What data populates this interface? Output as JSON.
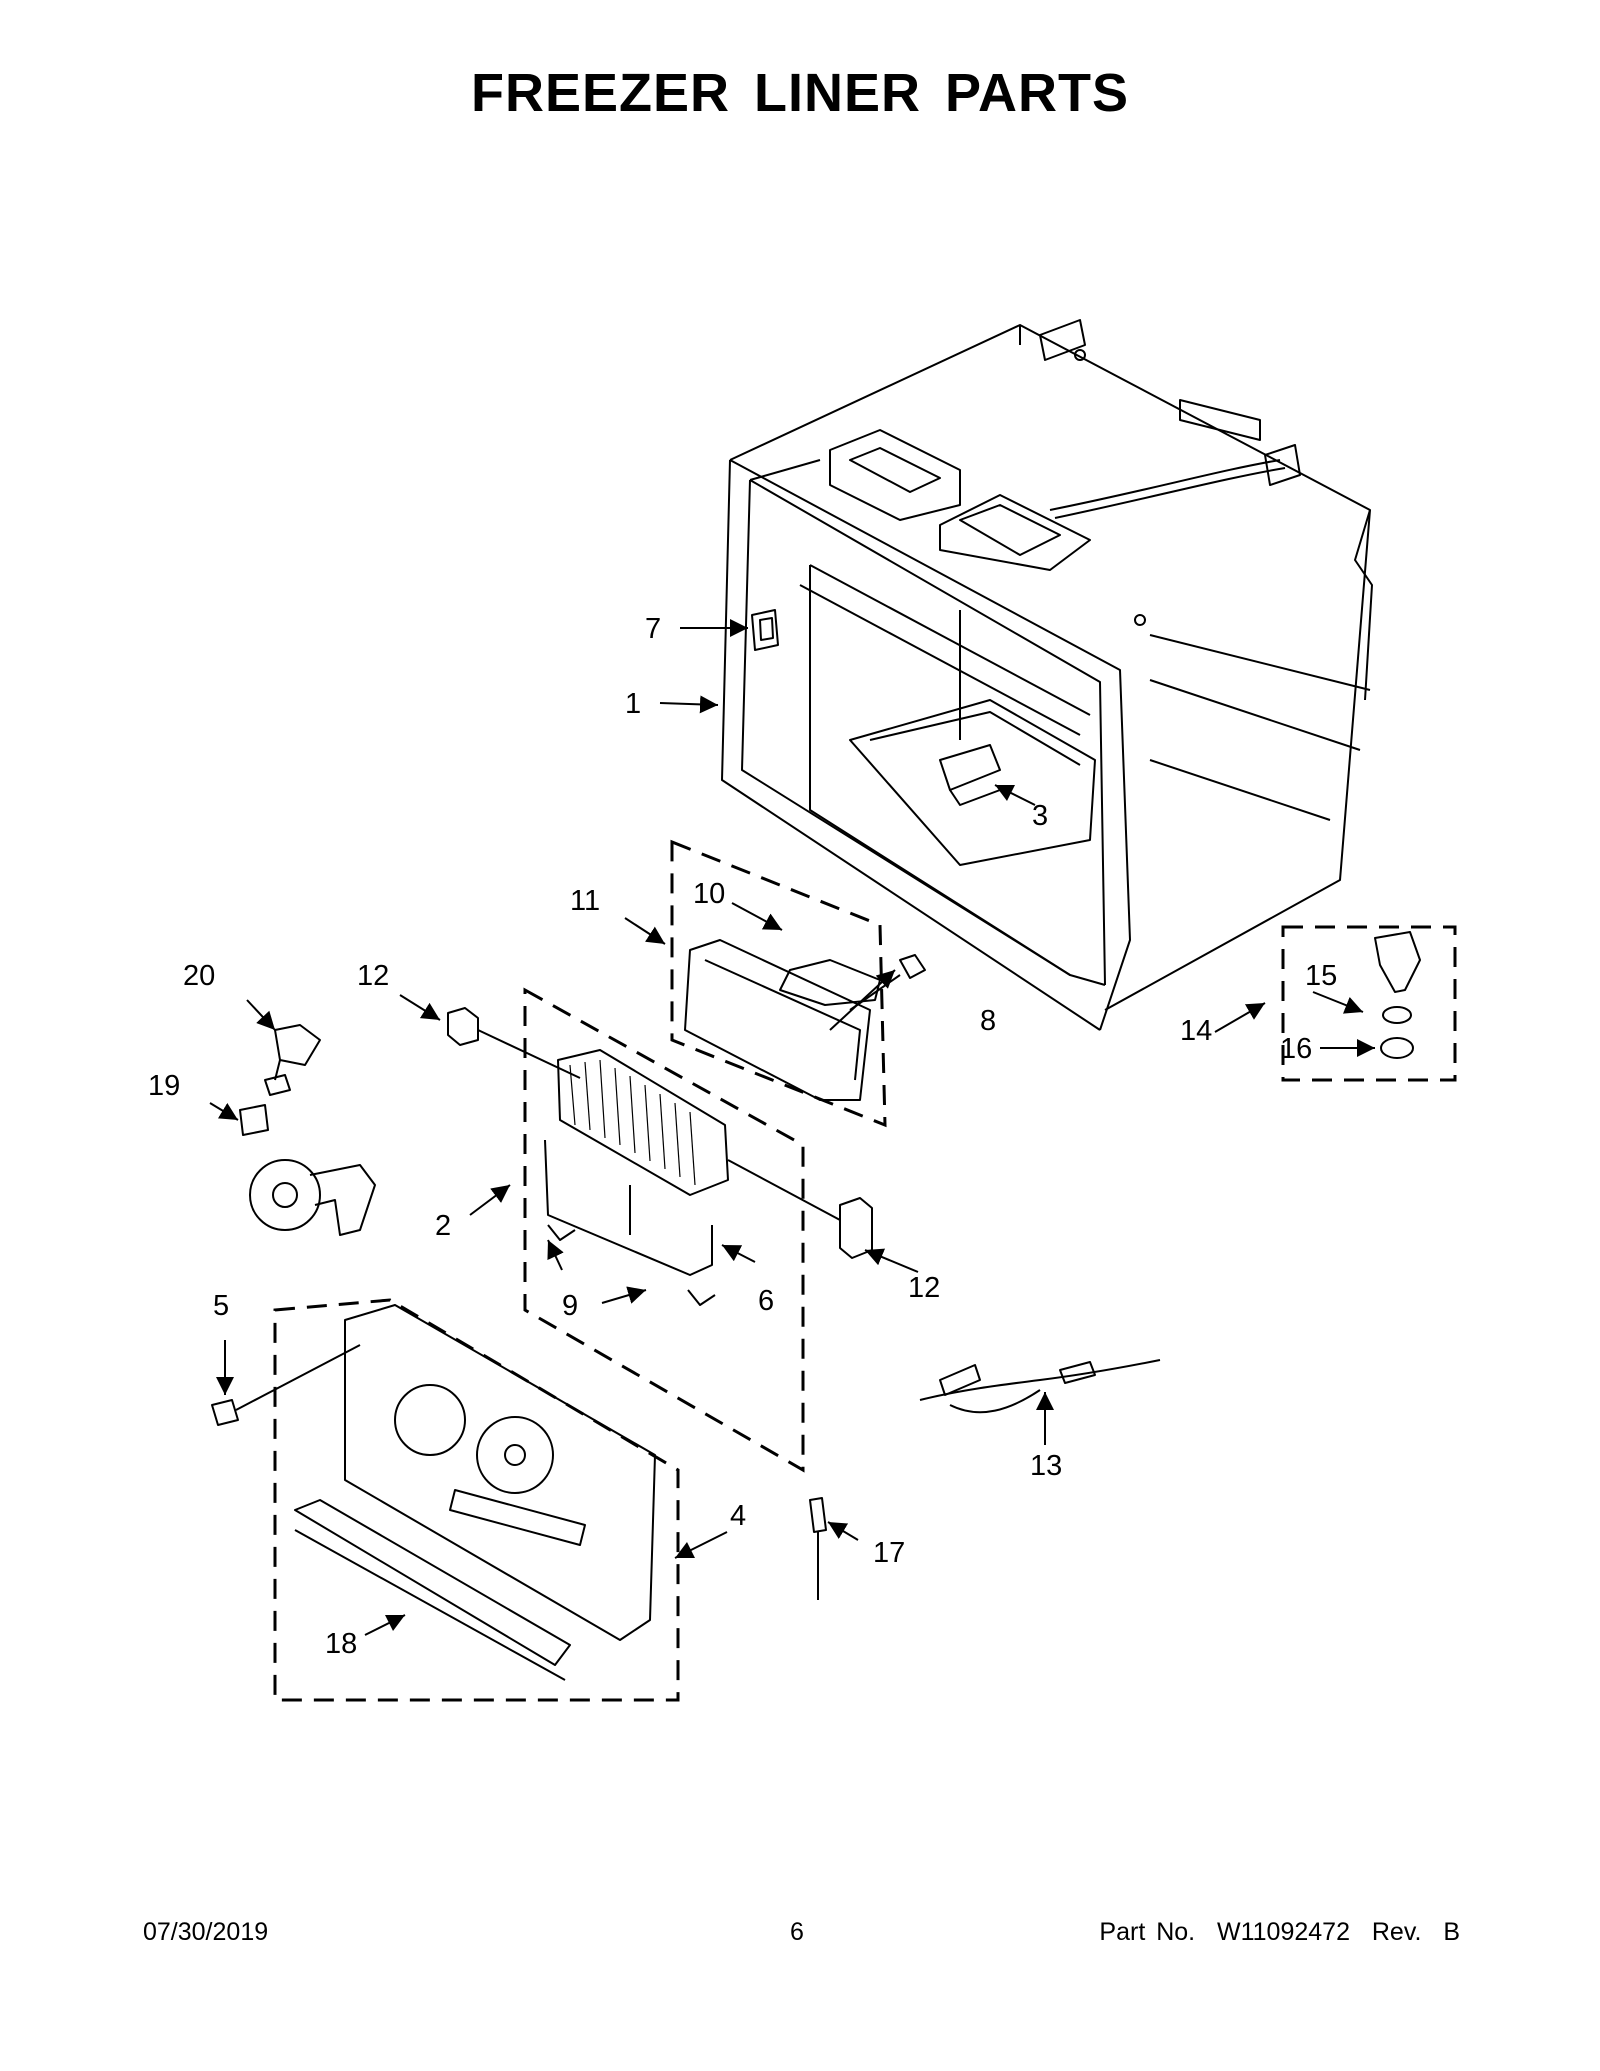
{
  "title": "FREEZER LINER PARTS",
  "footer": {
    "date": "07/30/2019",
    "page": "6",
    "part_no": "Part No.  W11092472  Rev.  B"
  },
  "callouts": {
    "c1": "1",
    "c2": "2",
    "c3": "3",
    "c4": "4",
    "c5": "5",
    "c6": "6",
    "c7": "7",
    "c8": "8",
    "c9": "9",
    "c10": "10",
    "c11": "11",
    "c12a": "12",
    "c12b": "12",
    "c13": "13",
    "c14": "14",
    "c15": "15",
    "c16": "16",
    "c17": "17",
    "c18": "18",
    "c19": "19",
    "c20": "20"
  }
}
